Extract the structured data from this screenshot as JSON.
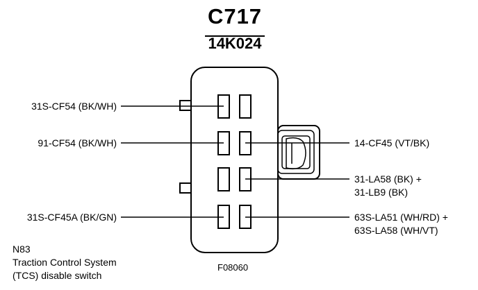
{
  "connector": {
    "id": "C717",
    "part_number": "14K024"
  },
  "circuits_left": [
    {
      "label": "31S-CF54 (BK/WH)"
    },
    {
      "label": "91-CF54 (BK/WH)"
    },
    {
      "label": "31S-CF45A (BK/GN)"
    }
  ],
  "circuits_right": [
    {
      "line1": "14-CF45 (VT/BK)",
      "line2": ""
    },
    {
      "line1": "31-LA58 (BK) +",
      "line2": "31-LB9 (BK)"
    },
    {
      "line1": "63S-LA51 (WH/RD) +",
      "line2": "63S-LA58 (WH/VT)"
    }
  ],
  "component": {
    "code": "N83",
    "name_line1": "Traction Control System",
    "name_line2": "(TCS) disable switch"
  },
  "figure_id": "F08060"
}
